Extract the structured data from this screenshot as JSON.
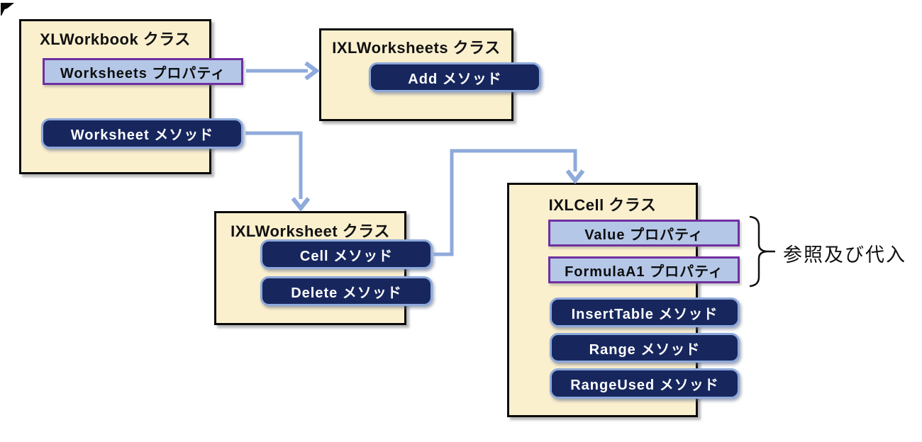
{
  "diagram": {
    "boxes": [
      {
        "title": "XLWorkbook クラス",
        "items": [
          {
            "type": "property",
            "label": "Worksheets プロパティ"
          },
          {
            "type": "method",
            "label": "Worksheet メソッド"
          }
        ]
      },
      {
        "title": "IXLWorksheets クラス",
        "items": [
          {
            "type": "method",
            "label": "Add メソッド"
          }
        ]
      },
      {
        "title": "IXLWorksheet クラス",
        "items": [
          {
            "type": "method",
            "label": "Cell メソッド"
          },
          {
            "type": "method",
            "label": "Delete メソッド"
          }
        ]
      },
      {
        "title": "IXLCell クラス",
        "items": [
          {
            "type": "property",
            "label": "Value プロパティ"
          },
          {
            "type": "property",
            "label": "FormulaA1 プロパティ"
          },
          {
            "type": "method",
            "label": "InsertTable メソッド"
          },
          {
            "type": "method",
            "label": "Range メソッド"
          },
          {
            "type": "method",
            "label": "RangeUsed メソッド"
          }
        ]
      }
    ],
    "annotation": {
      "label": "参照及び代入"
    },
    "connections": [
      {
        "from": "Worksheets プロパティ",
        "to": "IXLWorksheets クラス"
      },
      {
        "from": "Worksheet メソッド",
        "to": "IXLWorksheet クラス"
      },
      {
        "from": "Cell メソッド",
        "to": "IXLCell クラス"
      }
    ],
    "colors": {
      "class_box_fill": "#fbf0ce",
      "class_box_border": "#0a0a0a",
      "method_fill": "#17275e",
      "method_border": "#8ea9db",
      "method_text": "#ffffff",
      "property_fill": "#b4c7e7",
      "property_border": "#7030a0",
      "connector": "#8faadc",
      "annotation_text": "#111111"
    }
  }
}
